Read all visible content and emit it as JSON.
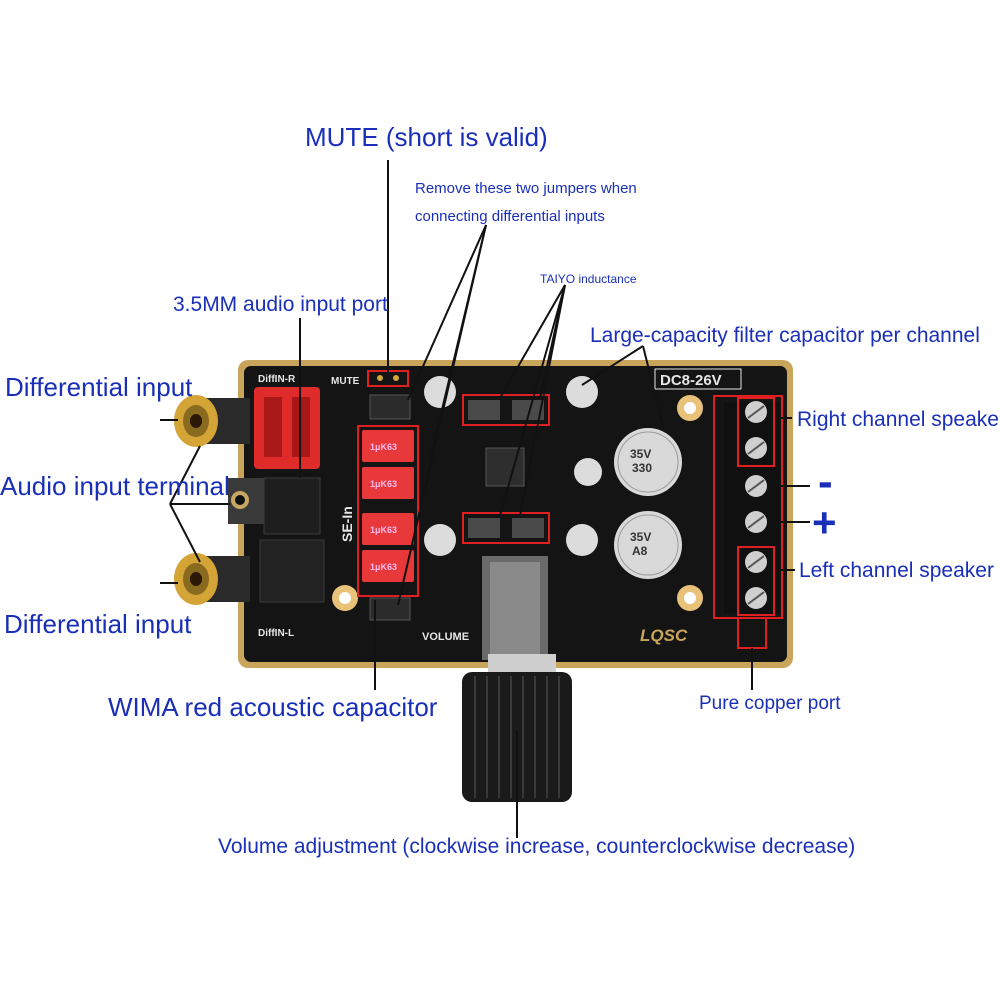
{
  "labels": {
    "mute": "MUTE (short is valid)",
    "jumpers_line1": "Remove these two jumpers when",
    "jumpers_line2": "connecting differential inputs",
    "taiyo": "TAIYO inductance",
    "audio_port": "3.5MM audio input port",
    "filter_cap": "Large-capacity filter capacitor per channel",
    "diff_top": "Differential input",
    "audio_terminal": "Audio input terminal",
    "diff_bottom": "Differential input",
    "right_speaker": "Right channel speaker",
    "minus": "-",
    "plus": "+",
    "left_speaker": "Left channel speaker",
    "wima": "WIMA red acoustic capacitor",
    "copper": "Pure copper port",
    "volume_adj": "Volume adjustment (clockwise increase, counterclockwise decrease)"
  },
  "board": {
    "voltage": "DC8-26V",
    "mute_silk": "MUTE",
    "diffin_r": "DiffIN-R",
    "diffin_l": "DiffIN-L",
    "se_in": "SE-In",
    "volume": "VOLUME",
    "brand": "LQSC",
    "cap_text_1": "35V",
    "cap_text_2": "330",
    "cap_text_3": "A8",
    "wima_text": "1μK63"
  },
  "colors": {
    "annotation": "#1a2fb8",
    "pcb": "#141414",
    "pcb_edge": "#c9a55c",
    "highlight": "#e02020",
    "rca_gold": "#d4a437",
    "wima_red": "#e8383a"
  }
}
